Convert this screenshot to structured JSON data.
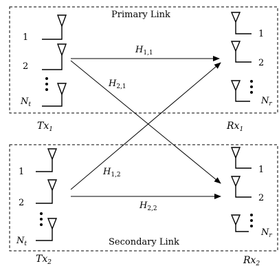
{
  "top_panel": {
    "title": "Primary Link",
    "tx_label": {
      "base": "Tx",
      "sub": "1"
    },
    "rx_label": {
      "base": "Rx",
      "sub": "1"
    }
  },
  "bottom_panel": {
    "title": "Secondary Link",
    "tx_label": {
      "base": "Tx",
      "sub": "2"
    },
    "rx_label": {
      "base": "Rx",
      "sub": "2"
    }
  },
  "antenna_labels": {
    "first": "1",
    "second": "2",
    "last_tx": {
      "base": "N",
      "sub": "t"
    },
    "last_rx": {
      "base": "N",
      "sub": "r"
    }
  },
  "channels": [
    {
      "base": "H",
      "sub": "1,1"
    },
    {
      "base": "H",
      "sub": "2,1"
    },
    {
      "base": "H",
      "sub": "1,2"
    },
    {
      "base": "H",
      "sub": "2,2"
    }
  ]
}
